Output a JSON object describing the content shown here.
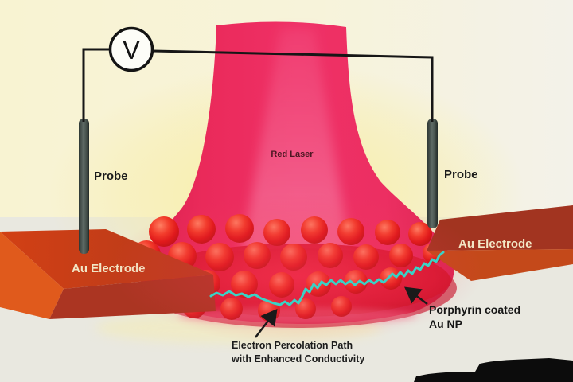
{
  "labels": {
    "voltmeter": "V",
    "left_probe": "Probe",
    "right_probe": "Probe",
    "laser": "Red Laser",
    "left_electrode": "Au Electrode",
    "right_electrode": "Au Electrode",
    "percolation_caption_line1": "Electron Percolation Path",
    "percolation_caption_line2": "with Enhanced Conductivity",
    "nanoparticle_caption_line1": "Porphyrin coated",
    "nanoparticle_caption_line2": "Au NP"
  },
  "colors": {
    "laser_pink": "#ee2a5e",
    "laser_beam_highlight": "#f687ae",
    "nanoparticle_red": "#e61616",
    "percolation_cyan": "#3ad2c6",
    "electrode_orange_top": "#c93c14",
    "electrode_front_red": "#ab3522",
    "probe_gray": "#49544f",
    "wire_black": "#161616",
    "background_cream": "#f7f3d7",
    "background_gray": "#e9e8e0",
    "silhouette_black": "#0c0c0c",
    "label_cream": "#f2e7c6"
  }
}
